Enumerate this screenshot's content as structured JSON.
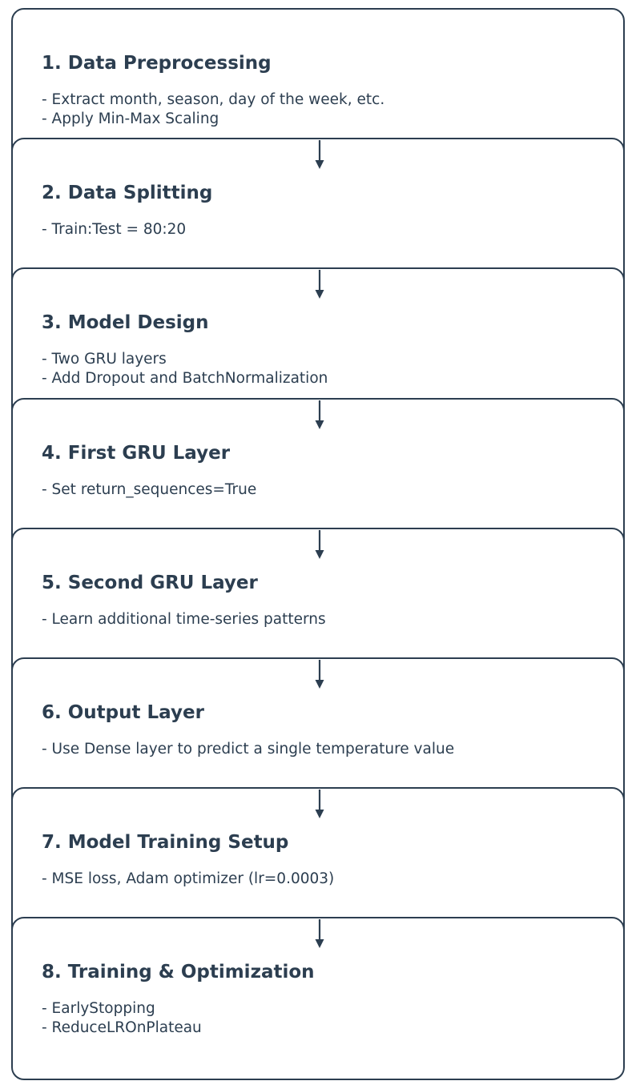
{
  "steps": [
    {
      "title": "1. Data Preprocessing",
      "lines": [
        "- Extract month, season, day of the week, etc.",
        "- Apply Min-Max Scaling"
      ]
    },
    {
      "title": "2. Data Splitting",
      "lines": [
        "- Train:Test = 80:20"
      ]
    },
    {
      "title": "3. Model Design",
      "lines": [
        "- Two GRU layers",
        "- Add Dropout and BatchNormalization"
      ]
    },
    {
      "title": "4. First GRU Layer",
      "lines": [
        "- Set return_sequences=True"
      ]
    },
    {
      "title": "5. Second GRU Layer",
      "lines": [
        "- Learn additional time-series patterns"
      ]
    },
    {
      "title": "6. Output Layer",
      "lines": [
        "- Use Dense layer to predict a single temperature value"
      ]
    },
    {
      "title": "7. Model Training Setup",
      "lines": [
        "- MSE loss, Adam optimizer (lr=0.0003)"
      ]
    },
    {
      "title": "8. Training & Optimization",
      "lines": [
        "- EarlyStopping",
        "- ReduceLROnPlateau"
      ]
    }
  ],
  "colors": {
    "stroke": "#2c3e50",
    "background": "#ffffff"
  }
}
